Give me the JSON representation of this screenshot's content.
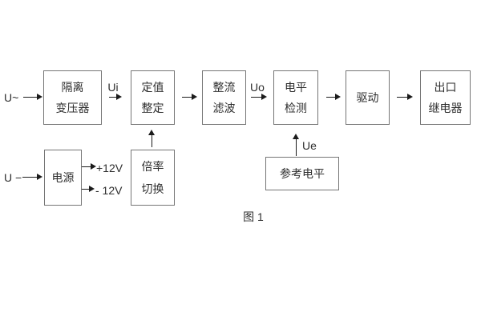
{
  "diagram": {
    "caption": "图 1",
    "blocks": [
      {
        "id": "isolation-transformer",
        "lines": [
          "隔离",
          "变压器"
        ]
      },
      {
        "id": "setting-adjust",
        "lines": [
          "定值",
          "整定"
        ]
      },
      {
        "id": "rectifier-filter",
        "lines": [
          "整流",
          "滤波"
        ]
      },
      {
        "id": "level-detection",
        "lines": [
          "电平",
          "检测"
        ]
      },
      {
        "id": "drive",
        "lines": [
          "驱动"
        ]
      },
      {
        "id": "output-relay",
        "lines": [
          "出口",
          "继电器"
        ]
      },
      {
        "id": "power-supply",
        "lines": [
          "电源"
        ]
      },
      {
        "id": "ratio-switching",
        "lines": [
          "倍率",
          "切换"
        ]
      },
      {
        "id": "reference-level",
        "lines": [
          "参考电平"
        ]
      }
    ],
    "labels": {
      "input_ac": "U~",
      "input_dc": "U −",
      "ui": "Ui",
      "uo": "Uo",
      "ue": "Ue",
      "plus_12v": "+12V",
      "minus_12v": "- 12V"
    },
    "colors": {
      "background": "#ffffff",
      "box_border": "#757575",
      "text": "#2e2e2e",
      "arrow": "#1b1b1b"
    }
  }
}
